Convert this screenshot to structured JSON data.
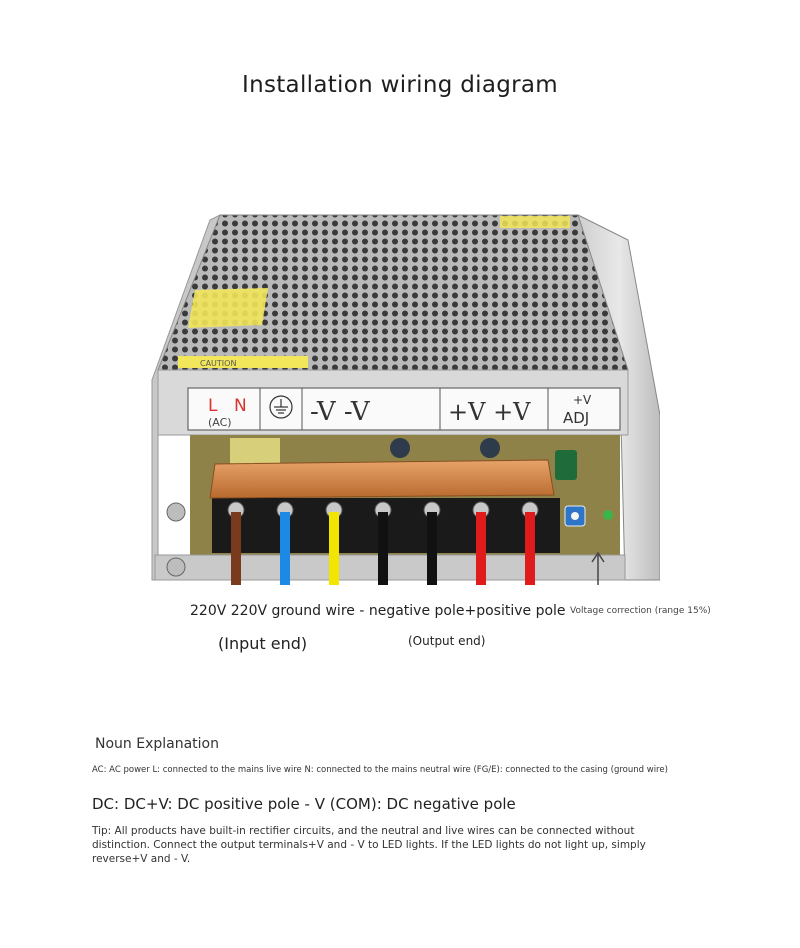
{
  "title": "Installation wiring diagram",
  "panel": {
    "l": "L",
    "n": "N",
    "ac": "(AC)",
    "neg": "-V -V",
    "pos": "+V +V",
    "adj_top": "+V",
    "adj_bottom": "ADJ",
    "caution": "CAUTION"
  },
  "wires": {
    "labels": "220V 220V ground wire - negative pole+positive pole",
    "colors": [
      "#7a3a1e",
      "#1e88e5",
      "#f2e500",
      "#111111",
      "#111111",
      "#e01b1b",
      "#e01b1b"
    ]
  },
  "voltage_note": "Voltage correction (range 15%)",
  "input_end": "(Input end)",
  "output_end": "(Output end)",
  "noun_explanation": {
    "title": "Noun Explanation",
    "ac": "AC: AC power L: connected to the mains live wire N: connected to the mains neutral wire (FG/E): connected to the casing (ground wire)",
    "dc": "DC: DC+V: DC positive pole - V (COM): DC negative pole",
    "tip": "Tip: All products have built-in rectifier circuits, and the neutral and live wires can be connected without distinction. Connect the output terminals+V and - V to LED lights. If the LED lights do not light up, simply reverse+V and - V."
  }
}
